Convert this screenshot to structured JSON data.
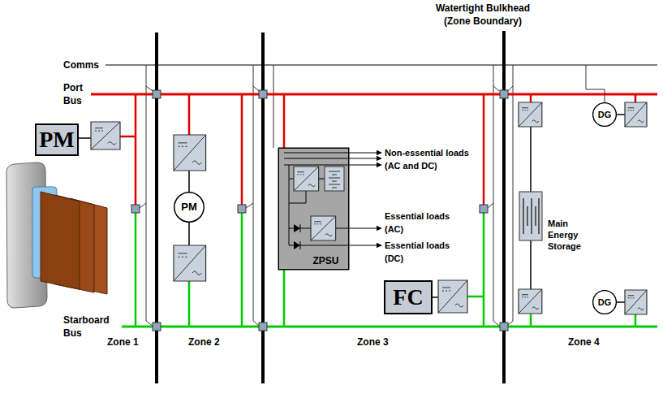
{
  "diagram": {
    "nodes": [
      {
        "text": [
          "PM"
        ]
      },
      {
        "text": [
          "PM"
        ]
      },
      {
        "text": [
          "ZPSU"
        ]
      },
      {
        "text": [
          "FC"
        ]
      },
      {
        "text": [
          "DG"
        ]
      },
      {
        "text": [
          "DG"
        ]
      }
    ],
    "labels": [
      "Watertight Bulkhead (Zone Boundary)",
      "Comms",
      "Port Bus",
      "Non-essential loads (AC and DC)",
      "Essential loads (AC)",
      "Essential loads (DC)",
      "Main Energy Storage",
      "Starboard Bus",
      "Zone 1",
      "Zone 2",
      "Zone 3",
      "Zone 4"
    ]
  }
}
